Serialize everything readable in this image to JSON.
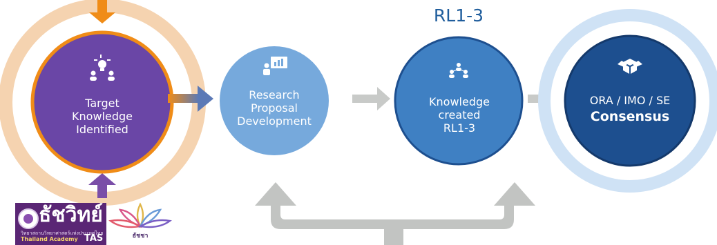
{
  "diagram": {
    "rl_title": "RL1-3",
    "nodes": [
      {
        "id": "target",
        "lines": [
          "Target",
          "Knowledge",
          "Identified"
        ],
        "icon": "idea-people-icon",
        "fill": "#6a46a6",
        "ring": "#f5d3b0",
        "border": "#f08c17"
      },
      {
        "id": "proposal",
        "lines": [
          "Research",
          "Proposal",
          "Development"
        ],
        "icon": "presentation-icon",
        "fill": "#76a9dc"
      },
      {
        "id": "knowledge",
        "lines": [
          "Knowledge",
          "created",
          "RL1-3"
        ],
        "icon": "network-people-icon",
        "fill": "#3f80c3"
      },
      {
        "id": "consensus",
        "lines": [
          "ORA / IMO / SE",
          "Consensus"
        ],
        "icon": "open-box-icon",
        "fill": "#1d4f8f",
        "ring": "#cfe2f5"
      }
    ],
    "colors": {
      "orange": "#f08c17",
      "purple": "#6a46a6",
      "gray_arrow": "#c8cac8",
      "feedback_arrow": "#c2c4c2"
    }
  },
  "logos": {
    "tas": {
      "title_th": "ธัชวิทย์",
      "subtitle_th": "วิทยาสถานวิทยาศาสตร์แห่งประเทศไทย",
      "subtitle_en": "Thailand Academy",
      "abbr": "TAS"
    },
    "tacha": {
      "text_th": "ธัชชา"
    }
  }
}
